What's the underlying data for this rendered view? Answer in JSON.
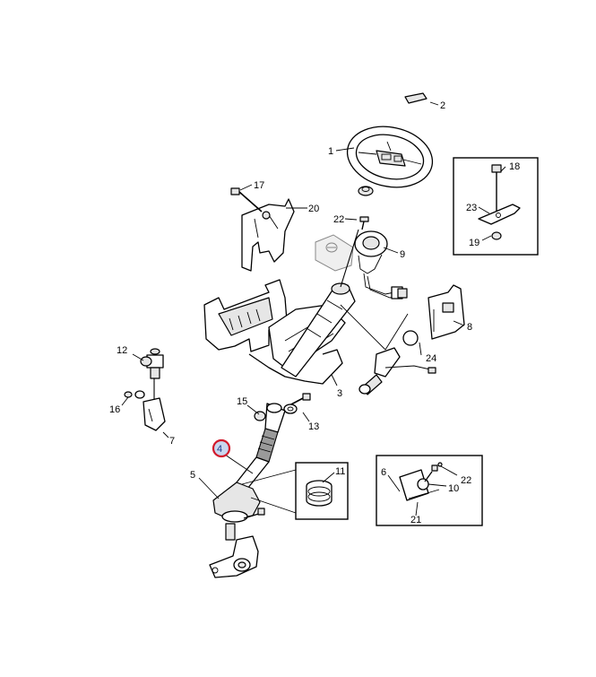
{
  "callouts": {
    "c1": "1",
    "c2": "2",
    "c3": "3",
    "c4": "4",
    "c5": "5",
    "c6": "6",
    "c7": "7",
    "c8": "8",
    "c9": "9",
    "c10": "10",
    "c11": "11",
    "c12": "12",
    "c13": "13",
    "c15": "15",
    "c16": "16",
    "c17": "17",
    "c18": "18",
    "c19": "19",
    "c20": "20",
    "c21": "21",
    "c22a": "22",
    "c22b": "22",
    "c23": "23",
    "c24": "24"
  },
  "highlighted_callout": "4",
  "colors": {
    "highlight_ring": "#d2192b",
    "highlight_fill": "#c9d6ee",
    "line": "#000000"
  }
}
